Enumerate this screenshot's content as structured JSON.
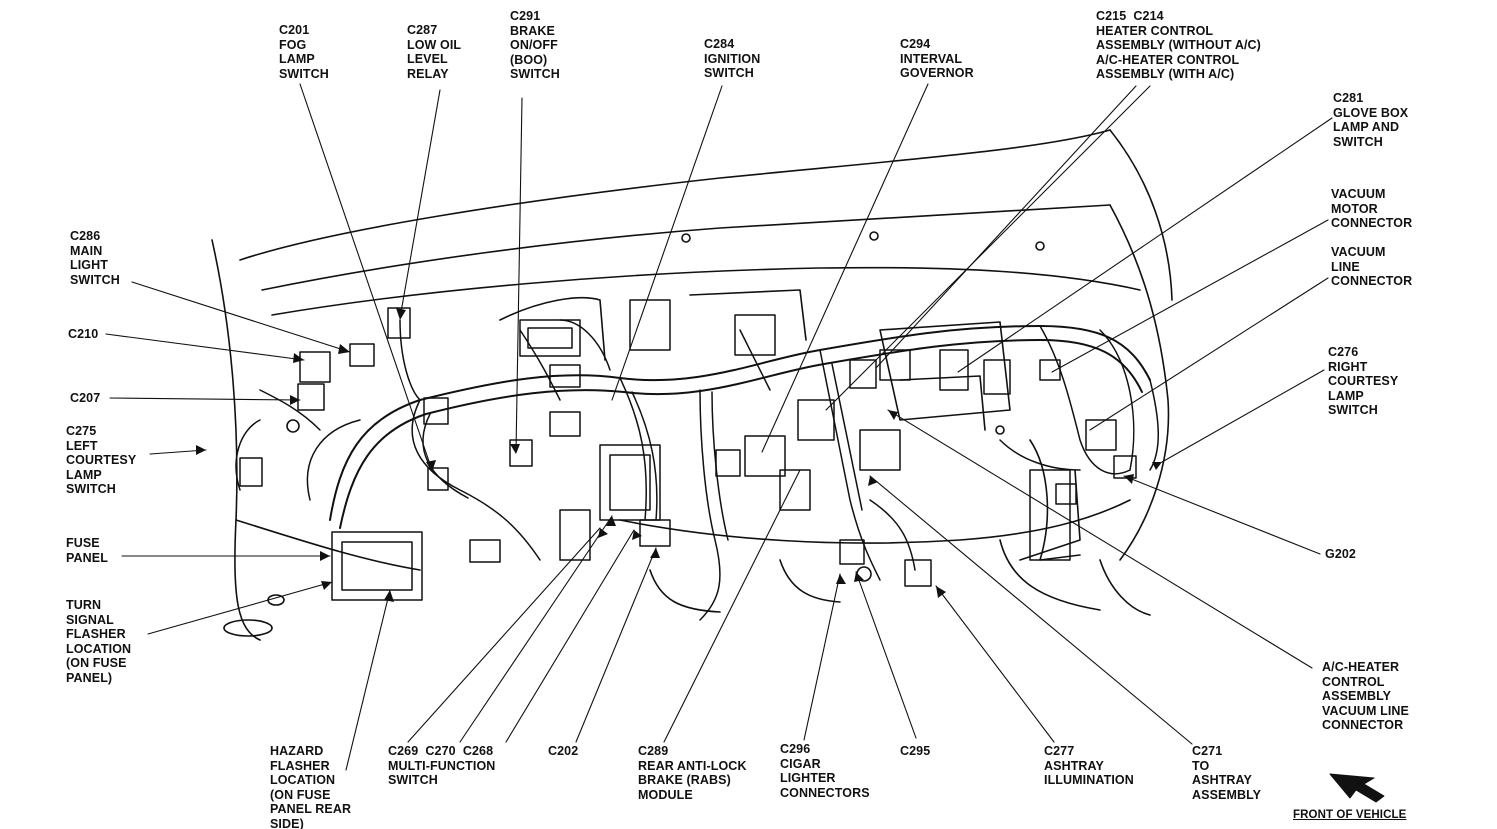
{
  "labels": {
    "c201": "C201\nFOG\nLAMP\nSWITCH",
    "c287": "C287\nLOW OIL\nLEVEL\nRELAY",
    "c291": "C291\nBRAKE\nON/OFF\n(BOO)\nSWITCH",
    "c284": "C284\nIGNITION\nSWITCH",
    "c294": "C294\nINTERVAL\nGOVERNOR",
    "c215_c214": "C215  C214\nHEATER CONTROL\nASSEMBLY (WITHOUT A/C)\nA/C-HEATER CONTROL\nASSEMBLY (WITH A/C)",
    "c281": "C281\nGLOVE BOX\nLAMP AND\nSWITCH",
    "vac_motor": "VACUUM\nMOTOR\nCONNECTOR",
    "vac_line": "VACUUM\nLINE\nCONNECTOR",
    "c276": "C276\nRIGHT\nCOURTESY\nLAMP\nSWITCH",
    "g202": "G202",
    "ac_vac": "A/C-HEATER\nCONTROL\nASSEMBLY\nVACUUM LINE\nCONNECTOR",
    "c271": "C271\nTO\nASHTRAY\nASSEMBLY",
    "c277": "C277\nASHTRAY\nILLUMINATION",
    "c295": "C295",
    "c296": "C296\nCIGAR\nLIGHTER\nCONNECTORS",
    "c289": "C289\nREAR ANTI-LOCK\nBRAKE (RABS)\nMODULE",
    "c202": "C202",
    "c269_270_268": "C269  C270  C268\nMULTI-FUNCTION\nSWITCH",
    "hazard": "HAZARD\nFLASHER\nLOCATION\n(ON FUSE\nPANEL REAR\nSIDE)",
    "turn_signal": "TURN\nSIGNAL\nFLASHER\nLOCATION\n(ON FUSE\nPANEL)",
    "fuse_panel": "FUSE\nPANEL",
    "c275": "C275\nLEFT\nCOURTESY\nLAMP\nSWITCH",
    "c207": "C207",
    "c210": "C210",
    "c286": "C286\nMAIN\nLIGHT\nSWITCH",
    "front_of_vehicle": "FRONT OF VEHICLE"
  },
  "colors": {
    "ink": "#111111",
    "background": "#ffffff"
  }
}
